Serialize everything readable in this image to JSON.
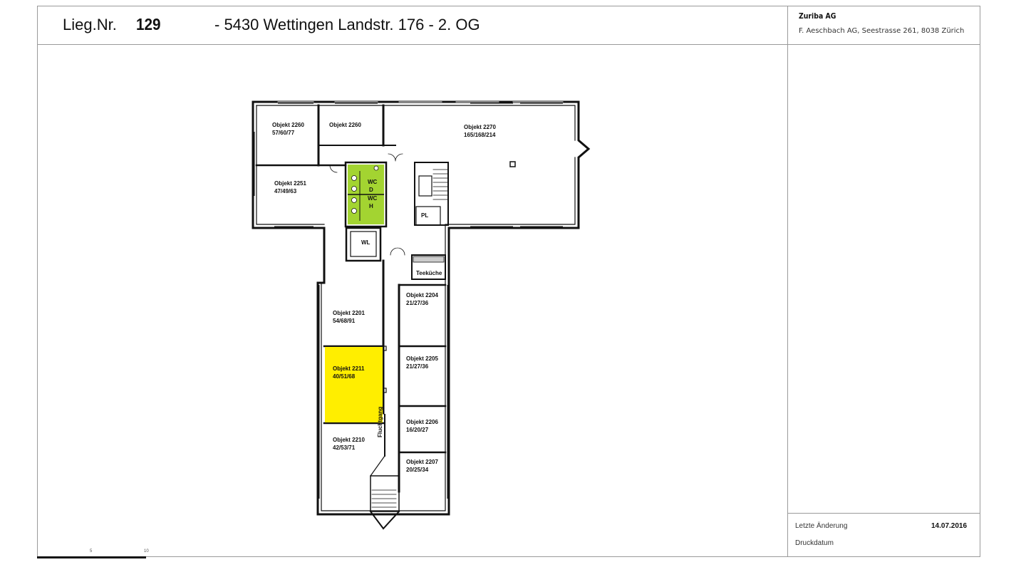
{
  "header": {
    "lieg_label": "Lieg.Nr.",
    "lieg_number": "129",
    "address": "- 5430 Wettingen Landstr. 176 - 2. OG"
  },
  "company": {
    "name": "Zuriba AG",
    "address": "F. Aeschbach AG, Seestrasse 261, 8038 Zürich"
  },
  "footer": {
    "last_change_label": "Letzte Änderung",
    "last_change_value": "14.07.2016",
    "print_date_label": "Druckdatum"
  },
  "scale": {
    "tick_5": "5",
    "tick_10": "10"
  },
  "colors": {
    "highlight": "#ffee00",
    "wc_green": "#a3d431",
    "border": "#9a9a9a",
    "wall": "#111111"
  },
  "rooms": [
    {
      "name": "Objekt 2260",
      "area": "57/60/77"
    },
    {
      "name": "Objekt 2260",
      "area": ""
    },
    {
      "name": "Objekt 2270",
      "area": "165/168/214"
    },
    {
      "name": "Objekt 2251",
      "area": "47/49/63"
    },
    {
      "name": "Objekt 2201",
      "area": "54/68/91"
    },
    {
      "name": "Objekt 2211",
      "area": "40/51/68",
      "highlighted": true
    },
    {
      "name": "Objekt 2210",
      "area": "42/53/71"
    },
    {
      "name": "Objekt 2204",
      "area": "21/27/36"
    },
    {
      "name": "Objekt 2205",
      "area": "21/27/36"
    },
    {
      "name": "Objekt 2206",
      "area": "16/20/27"
    },
    {
      "name": "Objekt 2207",
      "area": "20/25/34"
    }
  ],
  "utility_labels": {
    "wc_d": "WC\nD",
    "wc_d_1": "WC",
    "wc_d_2": "D",
    "wc_h_1": "WC",
    "wc_h_2": "H",
    "pl": "PL",
    "wl": "WL",
    "teekueche": "Teeküche",
    "fluchtgang": "Fluchtgang"
  }
}
